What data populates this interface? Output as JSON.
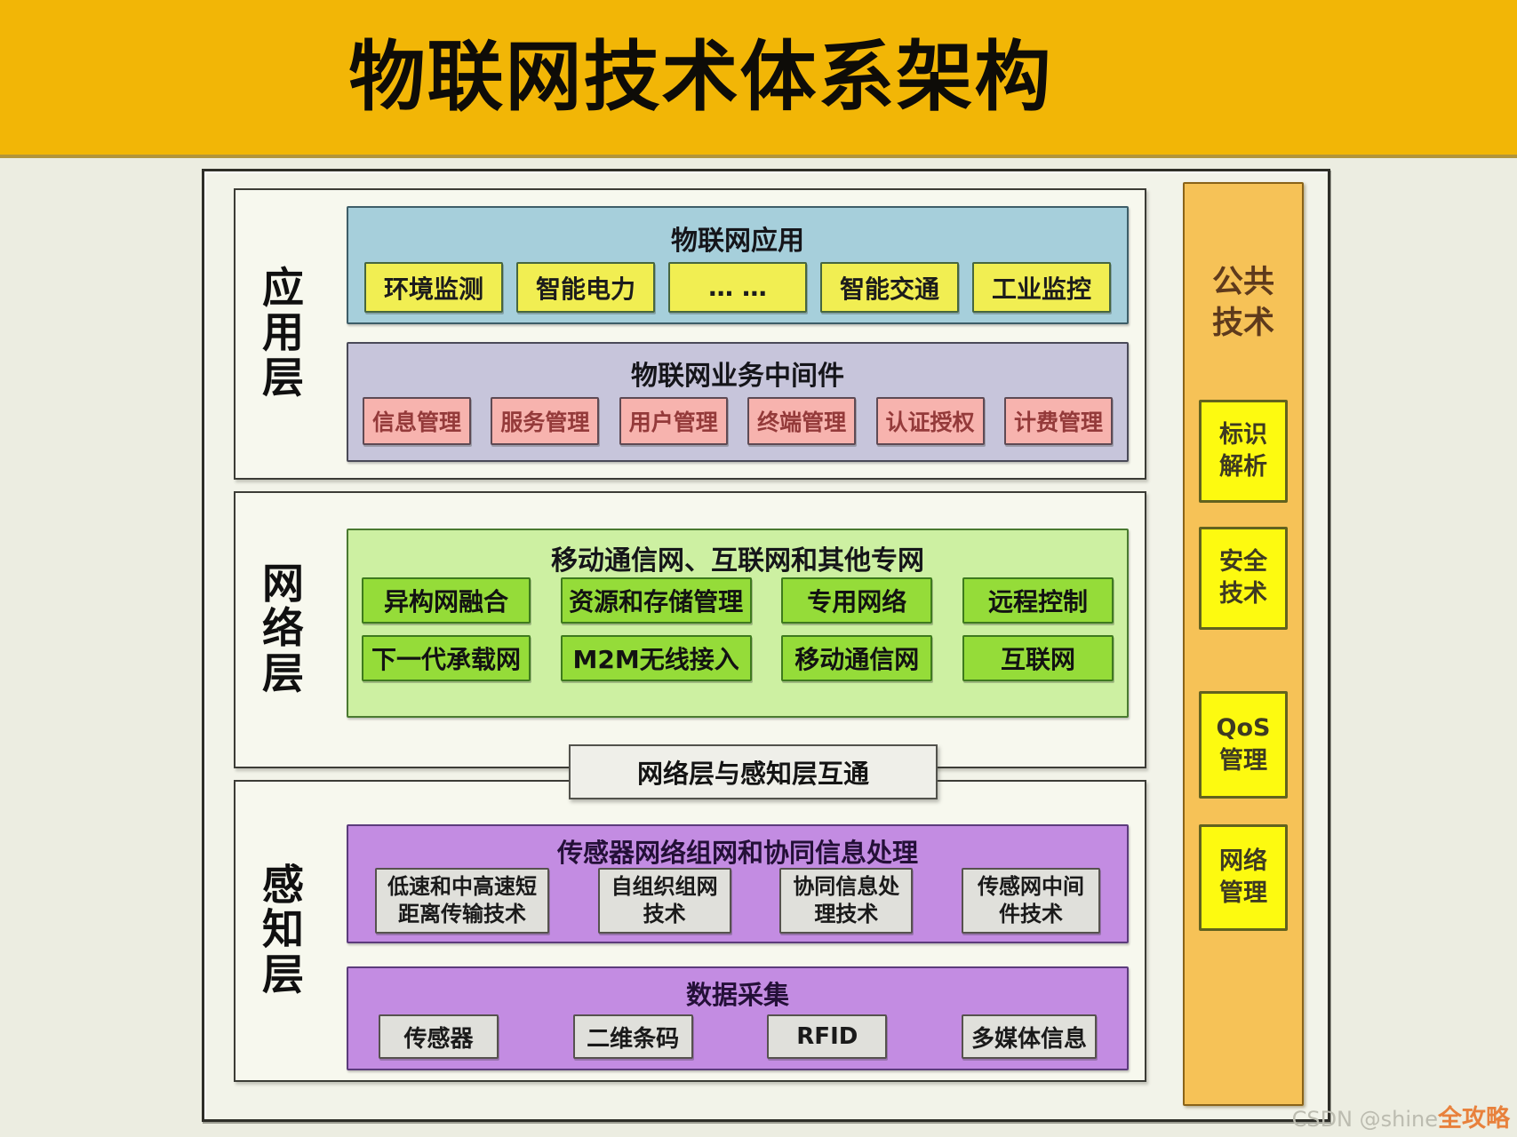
{
  "page": {
    "title": "物联网技术体系架构"
  },
  "colors": {
    "banner": "#F2B606",
    "background": "#ECEDE1",
    "apps_container": "#A6CFDB",
    "app_item": "#F1EE52",
    "middleware_container": "#C7C5DB",
    "middleware_item": "#F7B3AE",
    "network_container": "#CDF0A2",
    "network_item": "#95DC39",
    "perception_container": "#C38CE2",
    "perception_item": "#E0E0DB",
    "sidebar": "#F6C257",
    "sidebar_item": "#FDFA10"
  },
  "layers": {
    "application": {
      "label": "应\n用\n层",
      "apps": {
        "title": "物联网应用",
        "items": [
          "环境监测",
          "智能电力",
          "… …",
          "智能交通",
          "工业监控"
        ]
      },
      "middleware": {
        "title": "物联网业务中间件",
        "items": [
          "信息管理",
          "服务管理",
          "用户管理",
          "终端管理",
          "认证授权",
          "计费管理"
        ]
      }
    },
    "network": {
      "label": "网\n络\n层",
      "backbone": {
        "title": "移动通信网、互联网和其他专网",
        "row1": [
          "异构网融合",
          "资源和存储管理",
          "专用网络",
          "远程控制"
        ],
        "row2": [
          "下一代承载网",
          "M2M无线接入",
          "移动通信网",
          "互联网"
        ]
      }
    },
    "interconnect_label": "网络层与感知层互通",
    "perception": {
      "label": "感\n知\n层",
      "sensor_network": {
        "title": "传感器网络组网和协同信息处理",
        "items": [
          "低速和中高速短\n距离传输技术",
          "自组织组网\n技术",
          "协同信息处\n理技术",
          "传感网中间\n件技术"
        ]
      },
      "data_collection": {
        "title": "数据采集",
        "items": [
          "传感器",
          "二维条码",
          "RFID",
          "多媒体信息"
        ]
      }
    }
  },
  "sidebar": {
    "title": "公共\n技术",
    "items": [
      "标识\n解析",
      "安全\n技术",
      "QoS\n管理",
      "网络\n管理"
    ]
  },
  "watermark": {
    "prefix": "CSDN @shine",
    "suffix": "全攻略"
  }
}
